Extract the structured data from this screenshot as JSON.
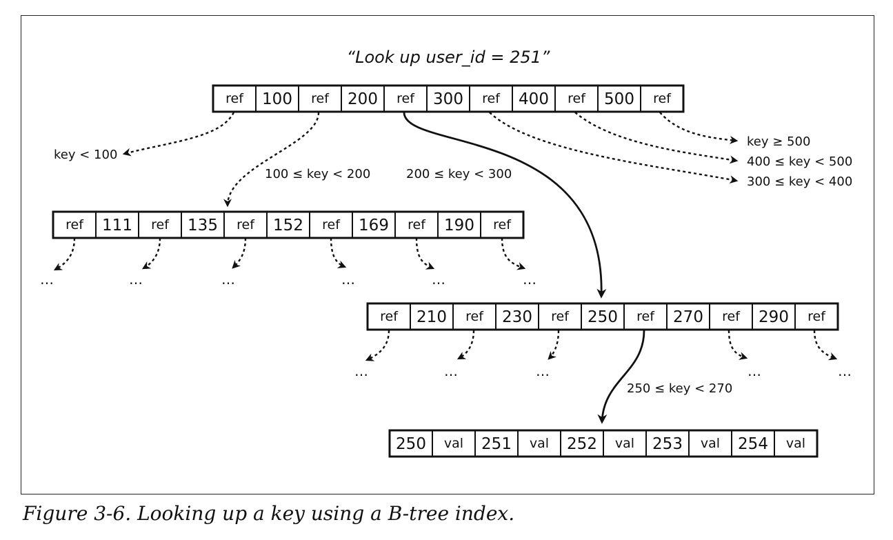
{
  "query": "“Look up user_id = 251”",
  "nodes": {
    "root": [
      "ref",
      "100",
      "ref",
      "200",
      "ref",
      "300",
      "ref",
      "400",
      "ref",
      "500",
      "ref"
    ],
    "child_left": [
      "ref",
      "111",
      "ref",
      "135",
      "ref",
      "152",
      "ref",
      "169",
      "ref",
      "190",
      "ref"
    ],
    "child_mid": [
      "ref",
      "210",
      "ref",
      "230",
      "ref",
      "250",
      "ref",
      "270",
      "ref",
      "290",
      "ref"
    ],
    "leaf": [
      "250",
      "val",
      "251",
      "val",
      "252",
      "val",
      "253",
      "val",
      "254",
      "val"
    ]
  },
  "labels": {
    "lt100": "key < 100",
    "r100_200": "100 ≤ key < 200",
    "r200_300": "200 ≤ key < 300",
    "ge500": "key ≥ 500",
    "r400_500": "400 ≤ key < 500",
    "r300_400": "300 ≤ key < 400",
    "r250_270": "250 ≤ key < 270"
  },
  "ellipsis": "…",
  "caption": "Figure 3-6. Looking up a key using a B-tree index."
}
